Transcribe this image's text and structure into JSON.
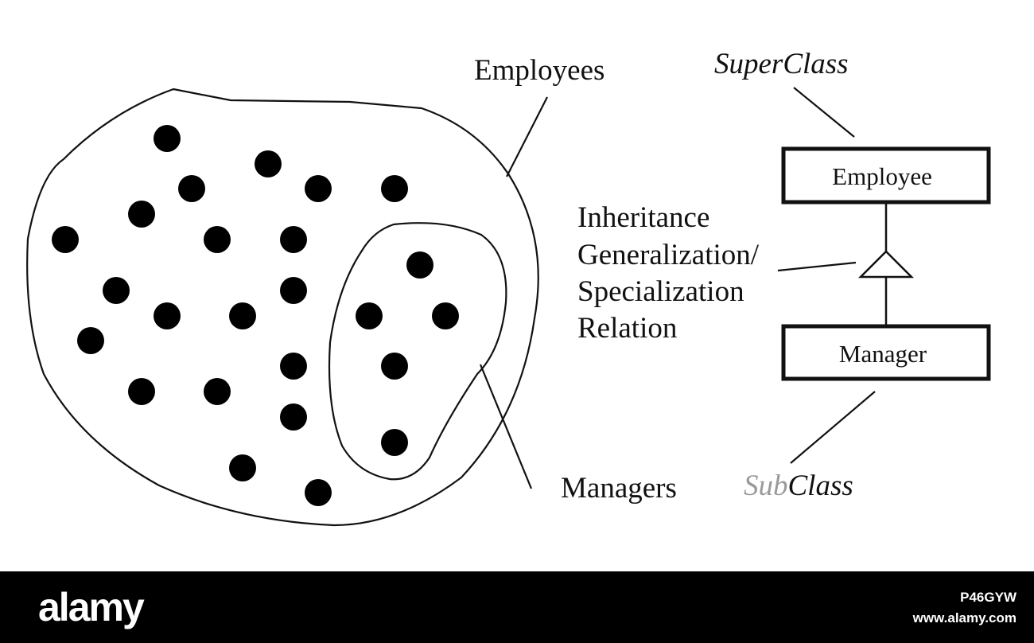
{
  "diagram": {
    "labels": {
      "employees": "Employees",
      "managers": "Managers",
      "superclass": "SuperClass",
      "subclass_prefix": "Sub",
      "subclass_suffix": "Class",
      "relation_line1": "Inheritance",
      "relation_line2": "Generalization/",
      "relation_line3": "Specialization",
      "relation_line4": "Relation"
    },
    "boxes": {
      "employee": "Employee",
      "manager": "Manager"
    }
  },
  "footer": {
    "brand": "alamy",
    "image_id": "P46GYW",
    "url": "www.alamy.com"
  },
  "colors": {
    "ink": "#111111",
    "footer_bg": "#000000",
    "footer_text": "#ffffff",
    "subclass_prefix": "#9a9a9a"
  }
}
